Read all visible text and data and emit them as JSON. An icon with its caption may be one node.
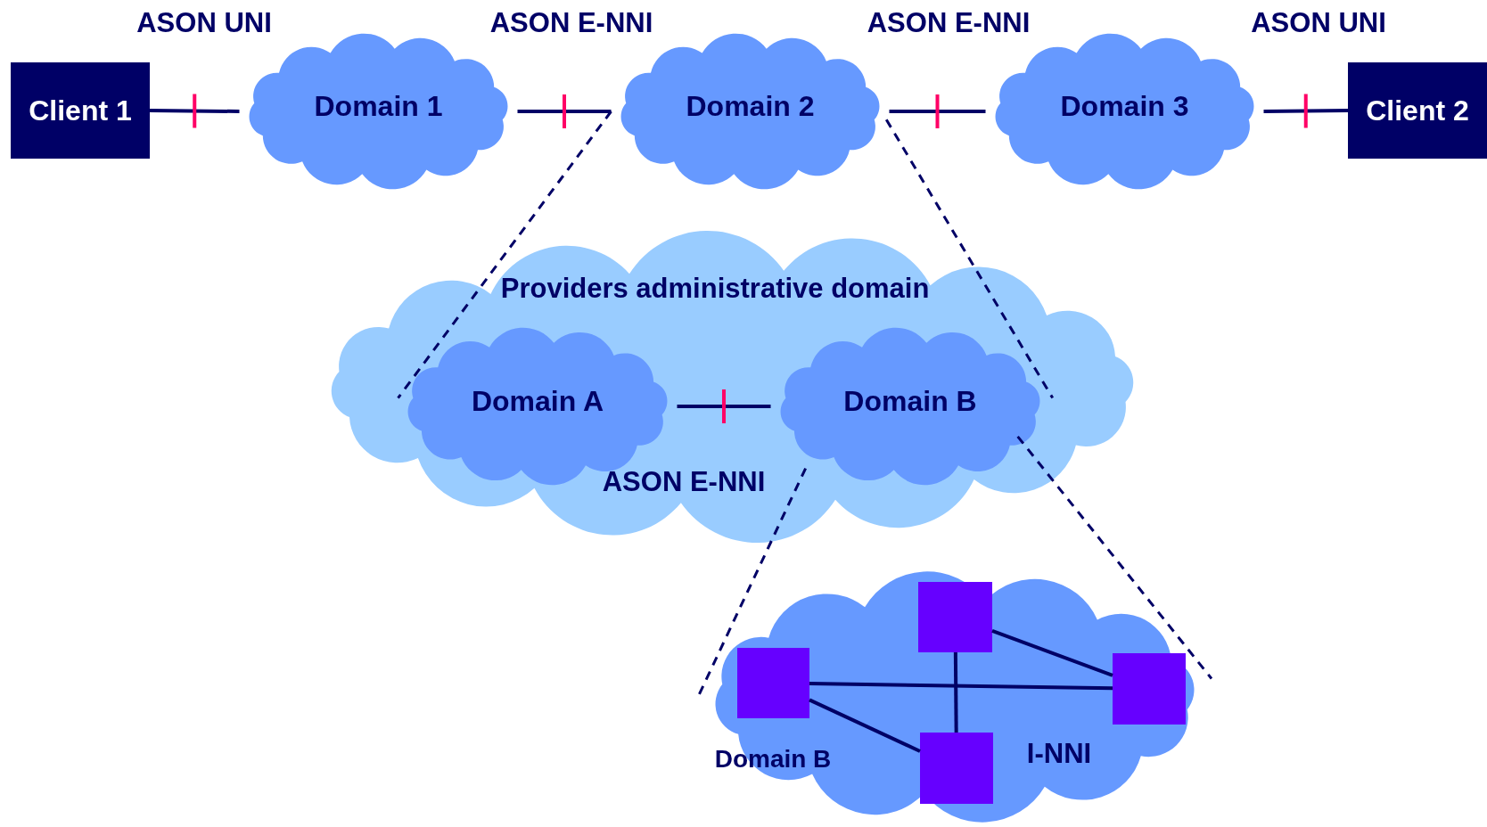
{
  "diagram": {
    "nodes": [
      {
        "text": [
          "Client 1"
        ]
      },
      {
        "text": [
          "Domain 1"
        ]
      },
      {
        "text": [
          "Domain 2"
        ]
      },
      {
        "text": [
          "Domain 3"
        ]
      },
      {
        "text": [
          "Client 2"
        ]
      },
      {
        "text": [
          "Providers administrative domain"
        ]
      },
      {
        "text": [
          "Domain A"
        ],
        "in": 5
      },
      {
        "text": [
          "Domain B"
        ],
        "in": 5
      },
      {
        "text": [
          "Domain B",
          "I-NNI"
        ]
      },
      {
        "text": [],
        "shape": "box",
        "in": 8
      },
      {
        "text": [],
        "shape": "box",
        "in": 8
      },
      {
        "text": [],
        "shape": "box",
        "in": 8
      },
      {
        "text": [],
        "shape": "box",
        "in": 8
      }
    ],
    "edges": [
      {
        "from": 0,
        "to": 1,
        "arrow": "none"
      },
      {
        "from": 1,
        "to": 2,
        "arrow": "none"
      },
      {
        "from": 2,
        "to": 3,
        "arrow": "none"
      },
      {
        "from": 3,
        "to": 4,
        "arrow": "none"
      },
      {
        "from": 6,
        "to": 7,
        "arrow": "none"
      },
      {
        "from": 2,
        "to": 6,
        "arrow": "none",
        "style": "dashed"
      },
      {
        "from": 2,
        "to": 7,
        "arrow": "none",
        "style": "dashed"
      },
      {
        "from": 7,
        "to": 8,
        "arrow": "none",
        "style": "dashed"
      },
      {
        "from": 7,
        "to": 8,
        "arrow": "none",
        "style": "dashed"
      },
      {
        "from": 9,
        "to": 11,
        "arrow": "none"
      },
      {
        "from": 9,
        "to": 12,
        "arrow": "none"
      },
      {
        "from": 10,
        "to": 11,
        "arrow": "none"
      },
      {
        "from": 10,
        "to": 12,
        "arrow": "none"
      }
    ],
    "labels": [
      "ASON UNI",
      "ASON E-NNI",
      "ASON E-NNI",
      "ASON UNI",
      "ASON E-NNI"
    ]
  }
}
